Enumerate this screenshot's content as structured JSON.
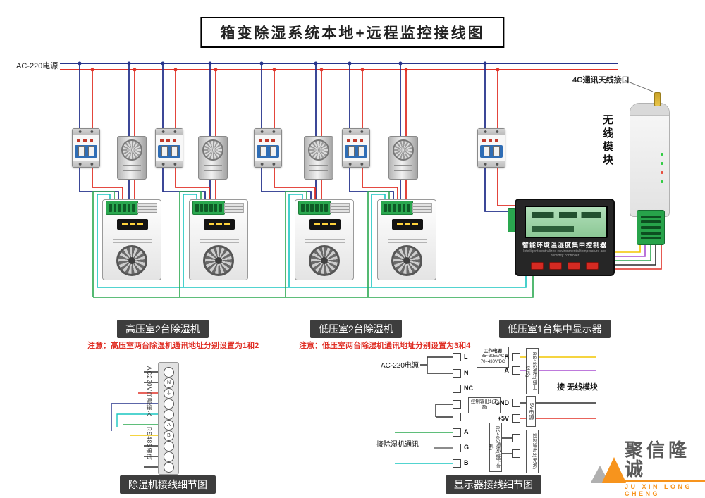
{
  "palette": {
    "red": "#e03127",
    "blue": "#26338c",
    "cyan": "#18c5c0",
    "green": "#2aa84f",
    "yellow": "#f2c500",
    "purple": "#a84fd0",
    "black": "#2b2b2b",
    "badge": "#3d3d3d",
    "orange": "#f7941d"
  },
  "title": "箱变除湿系统本地+远程监控接线图",
  "top": {
    "ac_power_label": "AC-220电源",
    "antenna_label": "4G通讯天线接口",
    "wireless_module_label": "无线模块"
  },
  "controller": {
    "name": "智能环境温湿度集中控制器",
    "name_en": "Intelligent centralized environmental temperature and humidity controller"
  },
  "badges": {
    "hv": "高压室2台除湿机",
    "lv": "低压室2台除湿机",
    "display": "低压室1台集中显示器",
    "detail_left": "除湿机接线细节图",
    "detail_right": "显示器接线细节图"
  },
  "notes": {
    "hv": "注意：高压室两台除湿机通讯地址分别设置为1和2",
    "lv": "注意：低压室两台除湿机通讯地址分别设置为3和4"
  },
  "left_detail": {
    "power_group_label": "AC220V电源输入",
    "comm_group_label": "RS485通讯",
    "terminals": [
      "L",
      "N",
      "⏚",
      "",
      "",
      "A",
      "B",
      "",
      "",
      ""
    ]
  },
  "right_detail": {
    "power_box": {
      "line1": "工作电源",
      "line2": "85~305VAC",
      "line3": "70~430V/DC"
    },
    "ac_label": "AC-220电源",
    "left_terminals": {
      "l": "L",
      "n": "N",
      "nc": "NC",
      "a": "A",
      "g": "G",
      "b": "B"
    },
    "output1_label": "控制输出1(无源)",
    "rs485_down_label": "RS485通讯(接下位机)",
    "dehumid_comm_label": "接除湿机通讯",
    "right_terminals": {
      "b": "B",
      "a": "A",
      "gnd": "GND",
      "v5": "+5V"
    },
    "rs485_up_label": "RS485通讯(接上位机)",
    "power5_label": "5V电源",
    "output2_label": "控制输出2(无源)",
    "wireless_link_label": "接 无线模块"
  },
  "logo": {
    "name": "聚信隆诚",
    "sub": "JU XIN LONG CHENG"
  }
}
